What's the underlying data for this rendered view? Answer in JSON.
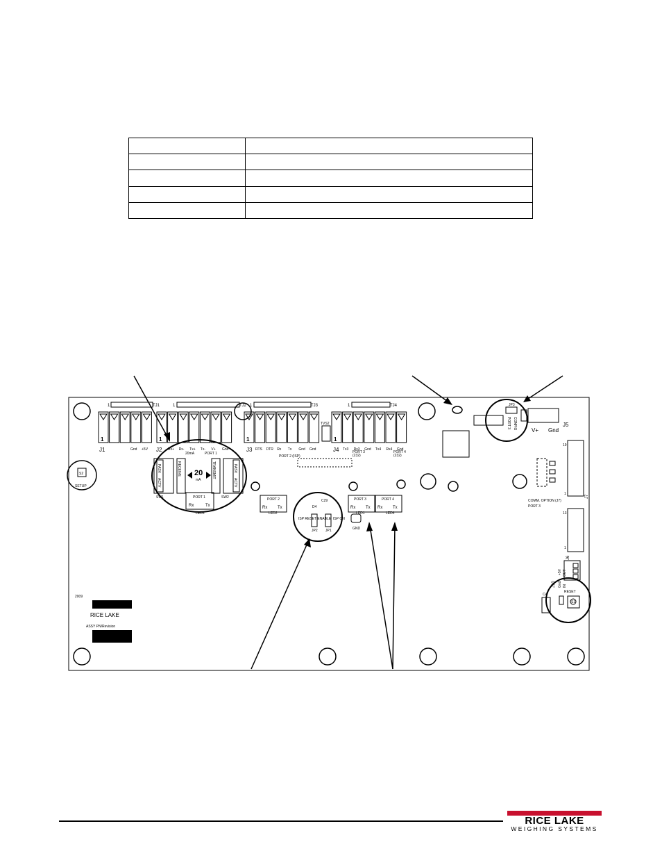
{
  "board": {
    "port_labels": [
      "J1",
      "J2",
      "J3",
      "J4",
      "J5",
      "J6",
      "J7",
      "J10"
    ],
    "j1_pins": [
      "Gnd",
      "+5V"
    ],
    "j2_pins": [
      "Rx+",
      "Rx-",
      "Tx+",
      "Tx-",
      "V+",
      "Gnd"
    ],
    "j3_pins": [
      "RTS",
      "DTR",
      "Rx",
      "Tx",
      "Gnd",
      "Gnd"
    ],
    "j4_pins": [
      "Tx3",
      "Rx3",
      "Gnd",
      "Tx4",
      "Rx4",
      "Gnd"
    ],
    "tj_labels": [
      "TJ1",
      "TJ2",
      "TJ3",
      "TJ4"
    ],
    "pin_one": "1",
    "ma20_label": "20mA",
    "port1_label": "PORT 1",
    "port2_isp": "PORT 2 (ISP)",
    "port3_label": "PORT 3",
    "port4_label": "PORT 4",
    "port3_sub": "(232)",
    "port4_sub": "(232)",
    "receive": "RECEIVE",
    "transmit": "TRANSMIT",
    "pasv": "PASV",
    "actv": "ACTV",
    "sw1": "SW1",
    "sw2": "SW2",
    "big20": "20",
    "ma": "mA",
    "rx": "Rx",
    "tx": "Tx",
    "led3": "LED3",
    "led2": "LED2",
    "led1": "LED1",
    "led4": "LED4",
    "port2": "PORT 2",
    "port3": "PORT 3",
    "port4": "PORT 4",
    "isp_reset_enable": "ISP RESET ENABLE",
    "isp_on": "ISP ON",
    "jp2": "JP2",
    "jp1": "JP1",
    "d4": "D4",
    "c29": "C29",
    "gnd": "GND",
    "setup": "SETUP",
    "s2": "S2",
    "jp3": "JP3",
    "jp3_port3": "PORT 3",
    "jp3_config": "CONFIG",
    "vplus": "V+",
    "gnd_word": "Gnd",
    "comm_option": "COMM. OPTION (J7)",
    "comm_port3": "PORT 3",
    "j7_pin_19": "19",
    "j7_pin_1": "1",
    "j6_pin_13": "13",
    "j6_pin_1": "1",
    "j10_plus5v": "+5V",
    "j10_out": "OUT",
    "j10_gnd": "Gnd",
    "j10_in": "IN",
    "reset": "RESET",
    "s1": "S1",
    "c4": "C4",
    "year": "2009",
    "rice_lake": "RICE LAKE",
    "assy": "ASSY PN/Revision",
    "tvs2": "TVS2"
  },
  "footer": {
    "logo_name": "RICE LAKE",
    "logo_tagline": "WEIGHING SYSTEMS"
  }
}
